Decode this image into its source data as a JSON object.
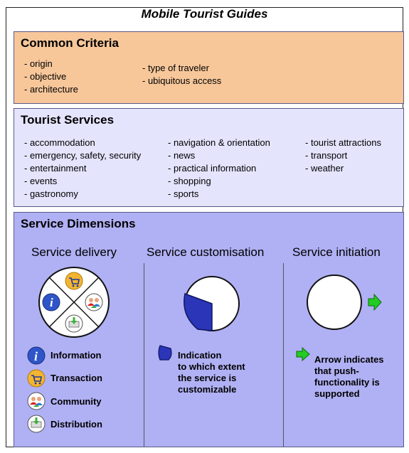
{
  "title": "Mobile Tourist Guides",
  "common_criteria": {
    "heading": "Common Criteria",
    "col1": [
      "origin",
      "objective",
      "architecture"
    ],
    "col2": [
      "type of traveler",
      "ubiquitous access"
    ]
  },
  "tourist_services": {
    "heading": "Tourist Services",
    "col1": [
      "accommodation",
      "emergency, safety, security",
      "entertainment",
      "events",
      "gastronomy"
    ],
    "col2": [
      "navigation & orientation",
      "news",
      "practical information",
      "shopping",
      "sports"
    ],
    "col3": [
      "tourist attractions",
      "transport",
      "weather"
    ]
  },
  "service_dimensions": {
    "heading": "Service Dimensions",
    "delivery": {
      "title": "Service delivery",
      "legend": [
        "Information",
        "Transaction",
        "Community",
        "Distribution"
      ],
      "icons": [
        "info-icon",
        "shopping-cart-icon",
        "community-icon",
        "distribution-icon"
      ]
    },
    "customisation": {
      "title": "Service customisation",
      "caption": [
        "Indication",
        "to which extent",
        "the service is",
        "customizable"
      ]
    },
    "initiation": {
      "title": "Service initiation",
      "caption": [
        "Arrow indicates",
        "that push-",
        "functionality is",
        "supported"
      ]
    }
  },
  "colors": {
    "criteria_bg": "#f7c79a",
    "services_bg": "#e4e4fd",
    "dimensions_bg": "#b0b0f4",
    "customisation_fill": "#2b35b8",
    "arrow_green": "#22cc22"
  }
}
